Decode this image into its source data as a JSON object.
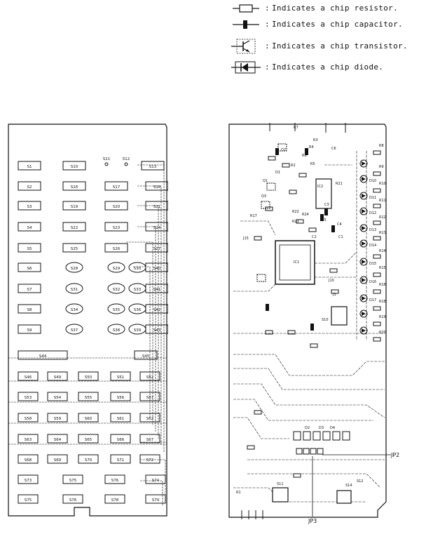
{
  "legend": [
    {
      "icon": "chip-resistor-icon",
      "text": "Indicates a chip resistor."
    },
    {
      "icon": "chip-capacitor-icon",
      "text": "Indicates a chip capacitor."
    },
    {
      "icon": "chip-transistor-icon",
      "text": "Indicates a chip transistor."
    },
    {
      "icon": "chip-diode-icon",
      "text": "Indicates a chip diode."
    }
  ],
  "keypad": {
    "rows": [
      {
        "keys": [
          {
            "label": "S1",
            "shape": "rect"
          },
          {
            "label": "S10",
            "shape": "rect"
          },
          {
            "label": "S11",
            "shape": "small"
          },
          {
            "label": "S12",
            "shape": "small"
          },
          {
            "label": "S13",
            "shape": "rect"
          }
        ]
      },
      {
        "keys": [
          {
            "label": "S2",
            "shape": "rect"
          },
          {
            "label": "S16",
            "shape": "rect"
          },
          {
            "label": "S17",
            "shape": "rect"
          },
          {
            "label": "S18",
            "shape": "rect"
          }
        ]
      },
      {
        "keys": [
          {
            "label": "S3",
            "shape": "rect"
          },
          {
            "label": "S19",
            "shape": "rect"
          },
          {
            "label": "S20",
            "shape": "rect"
          },
          {
            "label": "S21",
            "shape": "rect"
          }
        ]
      },
      {
        "keys": [
          {
            "label": "S4",
            "shape": "rect"
          },
          {
            "label": "S22",
            "shape": "rect"
          },
          {
            "label": "S23",
            "shape": "rect"
          },
          {
            "label": "S24",
            "shape": "rect"
          }
        ]
      },
      {
        "keys": [
          {
            "label": "S5",
            "shape": "rect"
          },
          {
            "label": "S25",
            "shape": "rect"
          },
          {
            "label": "S26",
            "shape": "rect"
          },
          {
            "label": "S27",
            "shape": "rect"
          }
        ]
      },
      {
        "keys": [
          {
            "label": "S6",
            "shape": "rect"
          },
          {
            "label": "S28",
            "shape": "oval"
          },
          {
            "label": "S29",
            "shape": "oval"
          },
          {
            "label": "S30",
            "shape": "oval"
          },
          {
            "label": "S40",
            "shape": "rect"
          }
        ]
      },
      {
        "keys": [
          {
            "label": "S7",
            "shape": "rect"
          },
          {
            "label": "S31",
            "shape": "oval"
          },
          {
            "label": "S32",
            "shape": "oval"
          },
          {
            "label": "S33",
            "shape": "oval"
          },
          {
            "label": "S41",
            "shape": "rect"
          }
        ]
      },
      {
        "keys": [
          {
            "label": "S8",
            "shape": "rect"
          },
          {
            "label": "S34",
            "shape": "oval"
          },
          {
            "label": "S35",
            "shape": "oval"
          },
          {
            "label": "S36",
            "shape": "oval"
          },
          {
            "label": "S42",
            "shape": "rect"
          }
        ]
      },
      {
        "keys": [
          {
            "label": "S9",
            "shape": "rect"
          },
          {
            "label": "S37",
            "shape": "oval"
          },
          {
            "label": "S38",
            "shape": "oval"
          },
          {
            "label": "S39",
            "shape": "oval"
          },
          {
            "label": "S43",
            "shape": "rect"
          }
        ]
      },
      {
        "keys": [
          {
            "label": "S44",
            "shape": "wide"
          },
          {
            "label": "S45",
            "shape": "rect"
          }
        ]
      },
      {
        "keys": [
          {
            "label": "S46",
            "shape": "rect"
          },
          {
            "label": "S49",
            "shape": "rect"
          },
          {
            "label": "S50",
            "shape": "rect"
          },
          {
            "label": "S51",
            "shape": "rect"
          },
          {
            "label": "S52",
            "shape": "rect"
          }
        ]
      },
      {
        "keys": [
          {
            "label": "S53",
            "shape": "rect"
          },
          {
            "label": "S54",
            "shape": "rect"
          },
          {
            "label": "S55",
            "shape": "rect"
          },
          {
            "label": "S56",
            "shape": "rect"
          },
          {
            "label": "S57",
            "shape": "rect"
          }
        ]
      },
      {
        "keys": [
          {
            "label": "S58",
            "shape": "rect"
          },
          {
            "label": "S59",
            "shape": "rect"
          },
          {
            "label": "S60",
            "shape": "rect"
          },
          {
            "label": "S61",
            "shape": "rect"
          },
          {
            "label": "S62",
            "shape": "rect"
          }
        ]
      },
      {
        "keys": [
          {
            "label": "S63",
            "shape": "rect"
          },
          {
            "label": "S64",
            "shape": "rect"
          },
          {
            "label": "S65",
            "shape": "rect"
          },
          {
            "label": "S66",
            "shape": "rect"
          },
          {
            "label": "S67",
            "shape": "rect"
          }
        ]
      },
      {
        "keys": [
          {
            "label": "S68",
            "shape": "rect"
          },
          {
            "label": "S69",
            "shape": "rect"
          },
          {
            "label": "S70",
            "shape": "rect"
          },
          {
            "label": "S71",
            "shape": "rect"
          },
          {
            "label": "S72",
            "shape": "rect"
          }
        ]
      },
      {
        "keys": [
          {
            "label": "S73",
            "shape": "rect"
          },
          {
            "label": "S75",
            "shape": "rect"
          },
          {
            "label": "S76",
            "shape": "rect"
          },
          {
            "label": "S74",
            "shape": "rect"
          }
        ]
      },
      {
        "keys": [
          {
            "label": "S75",
            "shape": "rect"
          },
          {
            "label": "S76",
            "shape": "rect"
          },
          {
            "label": "S78",
            "shape": "rect"
          },
          {
            "label": "S79",
            "shape": "rect"
          }
        ]
      }
    ]
  },
  "pcb": {
    "labels": [
      {
        "text": "R7"
      },
      {
        "text": "Q2"
      },
      {
        "text": "R3"
      },
      {
        "text": "R4"
      },
      {
        "text": "R5"
      },
      {
        "text": "R6"
      },
      {
        "text": "C6"
      },
      {
        "text": "R2"
      },
      {
        "text": "Q1"
      },
      {
        "text": "D1"
      },
      {
        "text": "Q3"
      },
      {
        "text": "C3"
      },
      {
        "text": "C4"
      },
      {
        "text": "IC2"
      },
      {
        "text": "R21"
      },
      {
        "text": "C5"
      },
      {
        "text": "R22"
      },
      {
        "text": "R23"
      },
      {
        "text": "R24"
      },
      {
        "text": "C1"
      },
      {
        "text": "C2"
      },
      {
        "text": "R17"
      },
      {
        "text": "J15"
      },
      {
        "text": "R8"
      },
      {
        "text": "R9"
      },
      {
        "text": "R10"
      },
      {
        "text": "R11"
      },
      {
        "text": "R12"
      },
      {
        "text": "R13"
      },
      {
        "text": "R14"
      },
      {
        "text": "R15"
      },
      {
        "text": "R16"
      },
      {
        "text": "R18"
      },
      {
        "text": "R19"
      },
      {
        "text": "R20"
      },
      {
        "text": "D10"
      },
      {
        "text": "D11"
      },
      {
        "text": "D12"
      },
      {
        "text": "D13"
      },
      {
        "text": "D14"
      },
      {
        "text": "D15"
      },
      {
        "text": "D16"
      },
      {
        "text": "D17"
      },
      {
        "text": "IC1"
      },
      {
        "text": "J1"
      },
      {
        "text": "S10"
      },
      {
        "text": "J10"
      },
      {
        "text": "R1"
      },
      {
        "text": "D2"
      },
      {
        "text": "D3"
      },
      {
        "text": "D4"
      },
      {
        "text": "S11"
      },
      {
        "text": "S14"
      },
      {
        "text": "S12"
      }
    ],
    "callouts": [
      {
        "text": "JP2"
      },
      {
        "text": "JP3"
      }
    ]
  }
}
